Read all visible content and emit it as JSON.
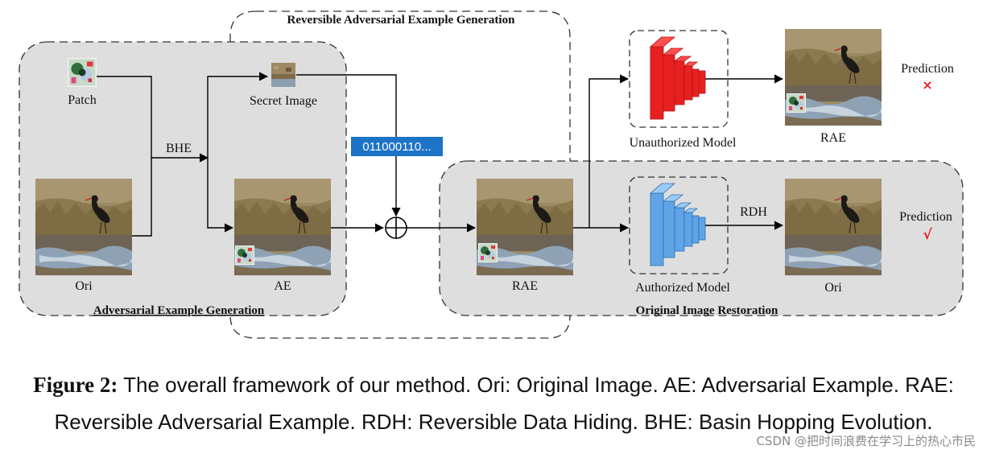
{
  "panels": {
    "reversible_generation": "Reversible Adversarial Example Generation",
    "adversarial_generation": "Adversarial Example Generation",
    "original_restoration": "Original Image Restoration"
  },
  "labels": {
    "patch": "Patch",
    "secret_image": "Secret Image",
    "bhe": "BHE",
    "ori_left": "Ori",
    "ae": "AE",
    "bitstring": "011000110...",
    "rae_center": "RAE",
    "unauthorized_model": "Unauthorized Model",
    "authorized_model": "Authorized Model",
    "rae_top": "RAE",
    "rdh": "RDH",
    "ori_right": "Ori",
    "prediction_top": "Prediction",
    "prediction_bottom": "Prediction"
  },
  "marks": {
    "wrong": "×",
    "right": "√"
  },
  "colors": {
    "panel_fill": "#dedede",
    "unauthorized": "#e82020",
    "authorized": "#5fa4e6",
    "bitstring_bg": "#1d74c6",
    "wrong_mark": "#e8202a",
    "right_mark": "#e8202a"
  },
  "caption": {
    "figure_label": "Figure 2:",
    "line1": " The overall framework of our method. Ori: Original Image. AE: Adversarial Example. RAE:",
    "line2": "Reversible Adversarial Example. RDH: Reversible Data Hiding. BHE: Basin Hopping Evolution."
  },
  "watermark": "CSDN @把时间浪费在学习上的热心市民"
}
